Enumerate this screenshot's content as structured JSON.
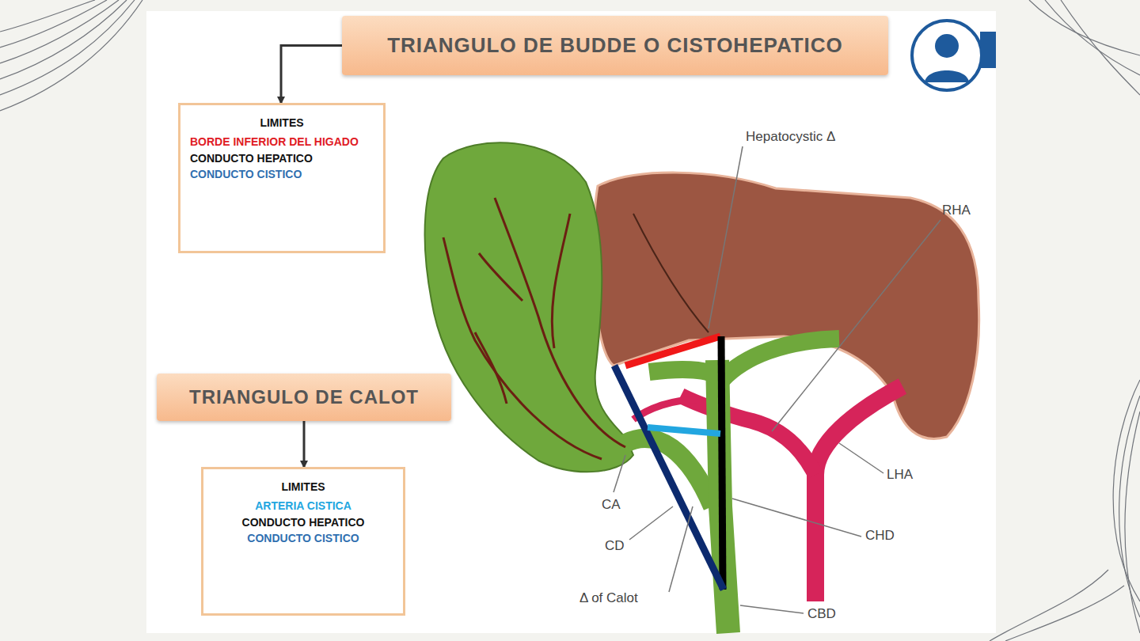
{
  "diagram": {
    "nodes": [
      {
        "text": [
          "TRIANGULO DE BUDDE O CISTOHEPATICO"
        ]
      },
      {
        "text": [
          "LIMITES",
          "BORDE INFERIOR DEL HIGADO",
          "CONDUCTO HEPATICO",
          "CONDUCTO CISTICO"
        ]
      },
      {
        "text": [
          "TRIANGULO DE CALOT"
        ]
      },
      {
        "text": [
          "LIMITES",
          "ARTERIA CISTICA",
          "CONDUCTO HEPATICO",
          "CONDUCTO CISTICO"
        ]
      }
    ],
    "edges": [
      {
        "from": 0,
        "to": 1,
        "arrow": "to"
      },
      {
        "from": 2,
        "to": 3,
        "arrow": "to"
      }
    ],
    "labels": [
      "Hepatocystic Δ",
      "RHA",
      "LHA",
      "CHD",
      "CBD",
      "CA",
      "CD",
      "Δ of Calot"
    ]
  }
}
